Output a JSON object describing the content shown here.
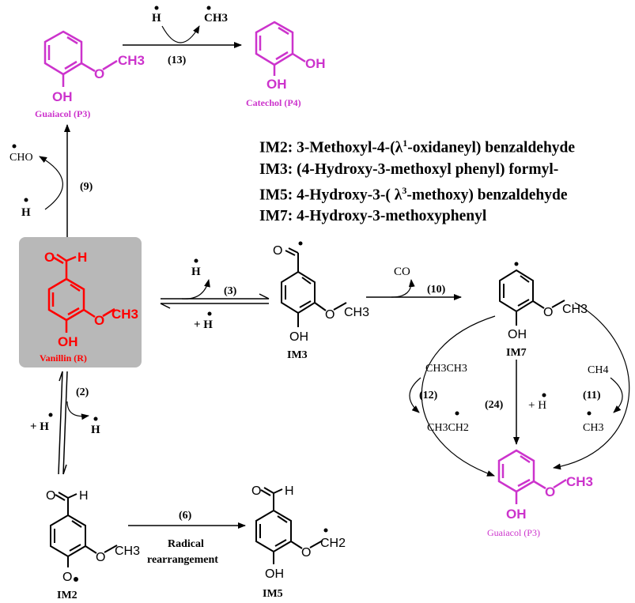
{
  "colors": {
    "reactant": "#ff0000",
    "product": "#cc33cc",
    "box": "#b8b8b8",
    "line": "#000000"
  },
  "molecules": {
    "guaiacol_top": {
      "name": "Guaiacol (P3)",
      "oh": "OH",
      "och3": "CH3"
    },
    "catechol": {
      "name": "Catechol (P4)",
      "oh1": "OH",
      "oh2": "OH"
    },
    "vanillin": {
      "name": "Vanillin (R)",
      "cho_o": "O",
      "cho_h": "H",
      "oh": "OH",
      "och3": "CH3"
    },
    "im3": {
      "name": "IM3",
      "o": "O",
      "oh": "OH",
      "och3": "CH3"
    },
    "im7": {
      "name": "IM7",
      "oh": "OH",
      "och3": "CH3"
    },
    "guaiacol_bottom": {
      "name": "Guaiacol (P3)",
      "oh": "OH",
      "och3": "CH3"
    },
    "im2": {
      "name": "IM2",
      "cho_o": "O",
      "cho_h": "H",
      "och3": "CH3"
    },
    "im5": {
      "name": "IM5",
      "cho_o": "O",
      "cho_h": "H",
      "oh": "OH",
      "ch2": "CH2"
    }
  },
  "reactions": [
    {
      "id": "(13)",
      "gain": "H",
      "lose": "CH3"
    },
    {
      "id": "(9)",
      "lose": "CHO",
      "gain": "H"
    },
    {
      "id": "(3)",
      "lose": "H",
      "gain": "+ H"
    },
    {
      "id": "(2)",
      "lose": "H",
      "gain": "+ H"
    },
    {
      "id": "(10)",
      "lose": "CO"
    },
    {
      "id": "(12)",
      "reagent": "CH3CH3",
      "product": "CH3CH2"
    },
    {
      "id": "(24)",
      "gain": "+ H"
    },
    {
      "id": "(11)",
      "reagent": "CH4",
      "product": "CH3"
    },
    {
      "id": "(6)",
      "label": "Radical rearrangement"
    }
  ],
  "legend": [
    {
      "id": "IM2:",
      "pre": "3-Methoxyl-4-(λ",
      "sup": "1",
      "post": "-oxidaneyl) benzaldehyde"
    },
    {
      "id": "IM3:",
      "pre": "(4-Hydroxy-3-methoxyl phenyl) formyl-",
      "sup": "",
      "post": ""
    },
    {
      "id": "IM5:",
      "pre": "4-Hydroxy-3-( λ",
      "sup": "3",
      "post": "-methoxy) benzaldehyde"
    },
    {
      "id": "IM7:",
      "pre": "4-Hydroxy-3-methoxyphenyl",
      "sup": "",
      "post": ""
    }
  ]
}
